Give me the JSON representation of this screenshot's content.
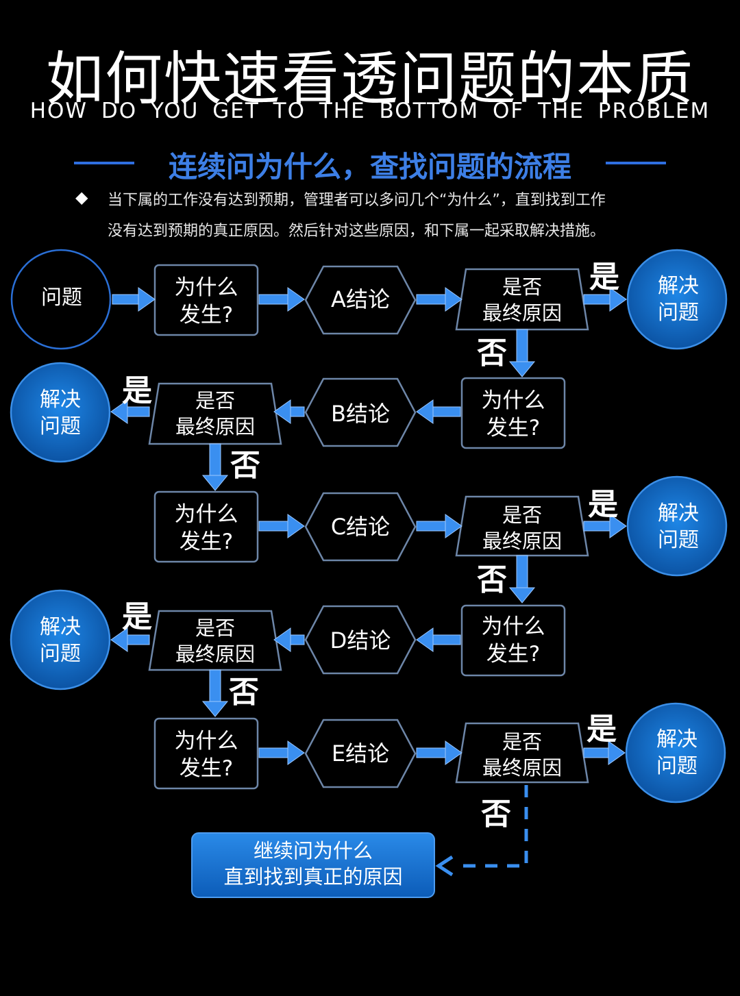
{
  "header": {
    "title": "如何快速看透问题的本质",
    "subtitle": "HOW DO YOU GET TO THE BOTTOM OF THE PROBLEM",
    "section_title": "连续问为什么，查找问题的流程",
    "bullet_symbol": "◆",
    "intro_line1": "当下属的工作没有达到预期，管理者可以多问几个“为什么”，直到找到工作",
    "intro_line2": "没有达到预期的真正原因。然后针对这些原因，和下属一起采取解决措施。"
  },
  "flow": {
    "start": "问题",
    "why": [
      "为什么",
      "发生?"
    ],
    "decision": [
      "是否",
      "最终原因"
    ],
    "solve": [
      "解决",
      "问题"
    ],
    "yes": "是",
    "no": "否",
    "conclusions": [
      "A结论",
      "B结论",
      "C结论",
      "D结论",
      "E结论"
    ],
    "final": [
      "继续问为什么",
      "直到找到真正的原因"
    ]
  },
  "colors": {
    "background": "#000000",
    "accent_blue": "#2f7fd8",
    "arrow_blue": "#3a8ff0",
    "node_border": "#6d86a8",
    "circle_fill": "#1268c4"
  }
}
